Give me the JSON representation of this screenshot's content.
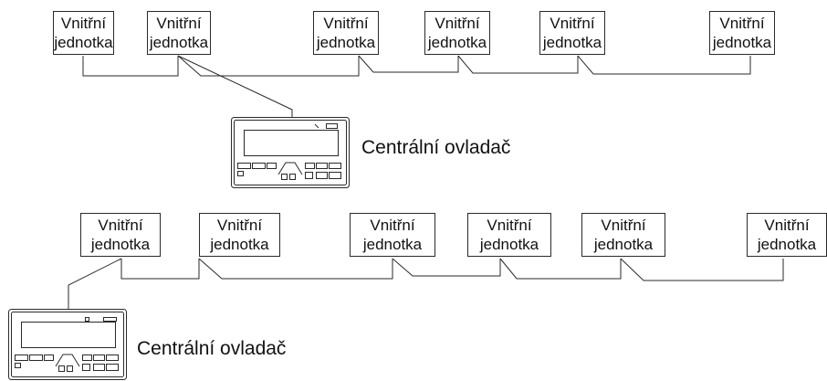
{
  "top_diagram": {
    "units": [
      {
        "line1": "Vnitřní",
        "line2": "jednotka"
      },
      {
        "line1": "Vnitřní",
        "line2": "jednotka"
      },
      {
        "line1": "Vnitřní",
        "line2": "jednotka"
      },
      {
        "line1": "Vnitřní",
        "line2": "jednotka"
      },
      {
        "line1": "Vnitřní",
        "line2": "jednotka"
      },
      {
        "line1": "Vnitřní",
        "line2": "jednotka"
      }
    ],
    "controller_label": "Centrální ovladač"
  },
  "bottom_diagram": {
    "units": [
      {
        "line1": "Vnitřní",
        "line2": "jednotka"
      },
      {
        "line1": "Vnitřní",
        "line2": "jednotka"
      },
      {
        "line1": "Vnitřní",
        "line2": "jednotka"
      },
      {
        "line1": "Vnitřní",
        "line2": "jednotka"
      },
      {
        "line1": "Vnitřní",
        "line2": "jednotka"
      },
      {
        "line1": "Vnitřní",
        "line2": "jednotka"
      }
    ],
    "controller_label": "Centrální ovladač"
  },
  "colors": {
    "line": "#2a2a2a",
    "background": "#ffffff",
    "text": "#111111"
  }
}
